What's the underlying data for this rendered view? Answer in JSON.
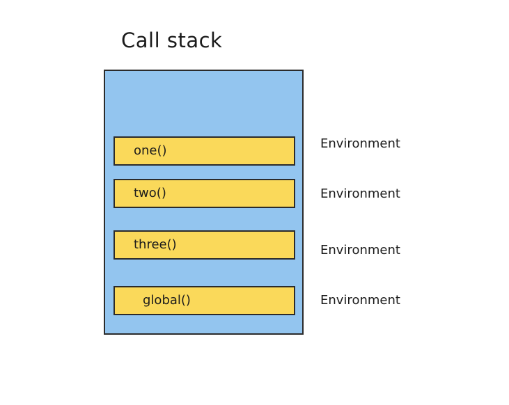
{
  "diagram": {
    "title": "Call stack",
    "type": "call-stack-diagram",
    "colors": {
      "stack_fill": "#93c5ef",
      "frame_fill": "#fad95a",
      "stroke": "#2b2b2b",
      "text": "#1b1b1b",
      "background": "#ffffff"
    },
    "stack": {
      "name": "call-stack",
      "frames": [
        {
          "label": "one()",
          "environment_label": "Environment"
        },
        {
          "label": "two()",
          "environment_label": "Environment"
        },
        {
          "label": "three()",
          "environment_label": "Environment"
        },
        {
          "label": "global()",
          "environment_label": "Environment"
        }
      ]
    }
  }
}
